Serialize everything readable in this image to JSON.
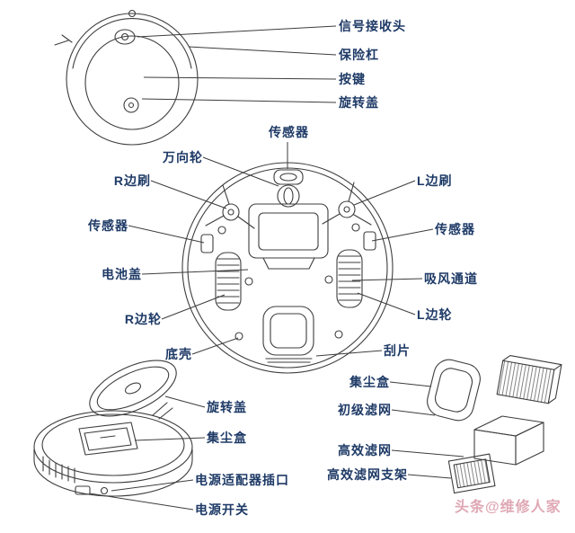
{
  "diagram": {
    "top_view": {
      "signal_receiver": "信号接收头",
      "bumper": "保险杠",
      "button": "按键",
      "rotating_cover": "旋转盖"
    },
    "bottom_view": {
      "sensor_top": "传感器",
      "universal_wheel": "万向轮",
      "r_side_brush": "R边刷",
      "l_side_brush": "L边刷",
      "sensor_left": "传感器",
      "sensor_right": "传感器",
      "battery_cover": "电池盖",
      "suction_channel": "吸风通道",
      "r_side_wheel": "R边轮",
      "l_side_wheel": "L边轮",
      "bottom_shell": "底壳",
      "scraper": "刮片"
    },
    "open_view": {
      "rotating_cover": "旋转盖",
      "dust_box": "集尘盒",
      "power_adapter_port": "电源适配器插口",
      "power_switch": "电源开关"
    },
    "dustbox_parts": {
      "dust_box": "集尘盒",
      "primary_filter": "初级滤网",
      "hepa_filter": "高效滤网",
      "hepa_filter_bracket": "高效滤网支架"
    }
  },
  "watermark": "头条@维修人家",
  "colors": {
    "label_text": "#1e3a66",
    "line_art": "#3d3d3d",
    "watermark": "#dfa8b4",
    "background": "#ffffff"
  }
}
